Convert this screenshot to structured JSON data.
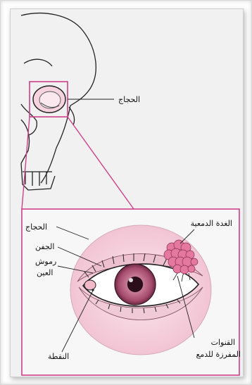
{
  "labels": {
    "orbit_top": "الحجاج",
    "orbit": "الحجاج",
    "lacrimal_gland": "الغدة الدمعية",
    "eyelid": "الجفن",
    "eyelashes_line1": "رموش",
    "eyelashes_line2": "العين",
    "ducts_line1": "القنوات",
    "ducts_line2": "المفرزة للدمع",
    "punctum": "النقطة"
  },
  "colors": {
    "pink_line": "#d0408a",
    "orbit_fill": "#f6d3df",
    "gland": "#e4789f",
    "iris": "#b45a7a",
    "panel_bg": "#f1f1f1",
    "ink": "#111111"
  },
  "icons": [
    "skull-illustration",
    "eye-illustration"
  ]
}
